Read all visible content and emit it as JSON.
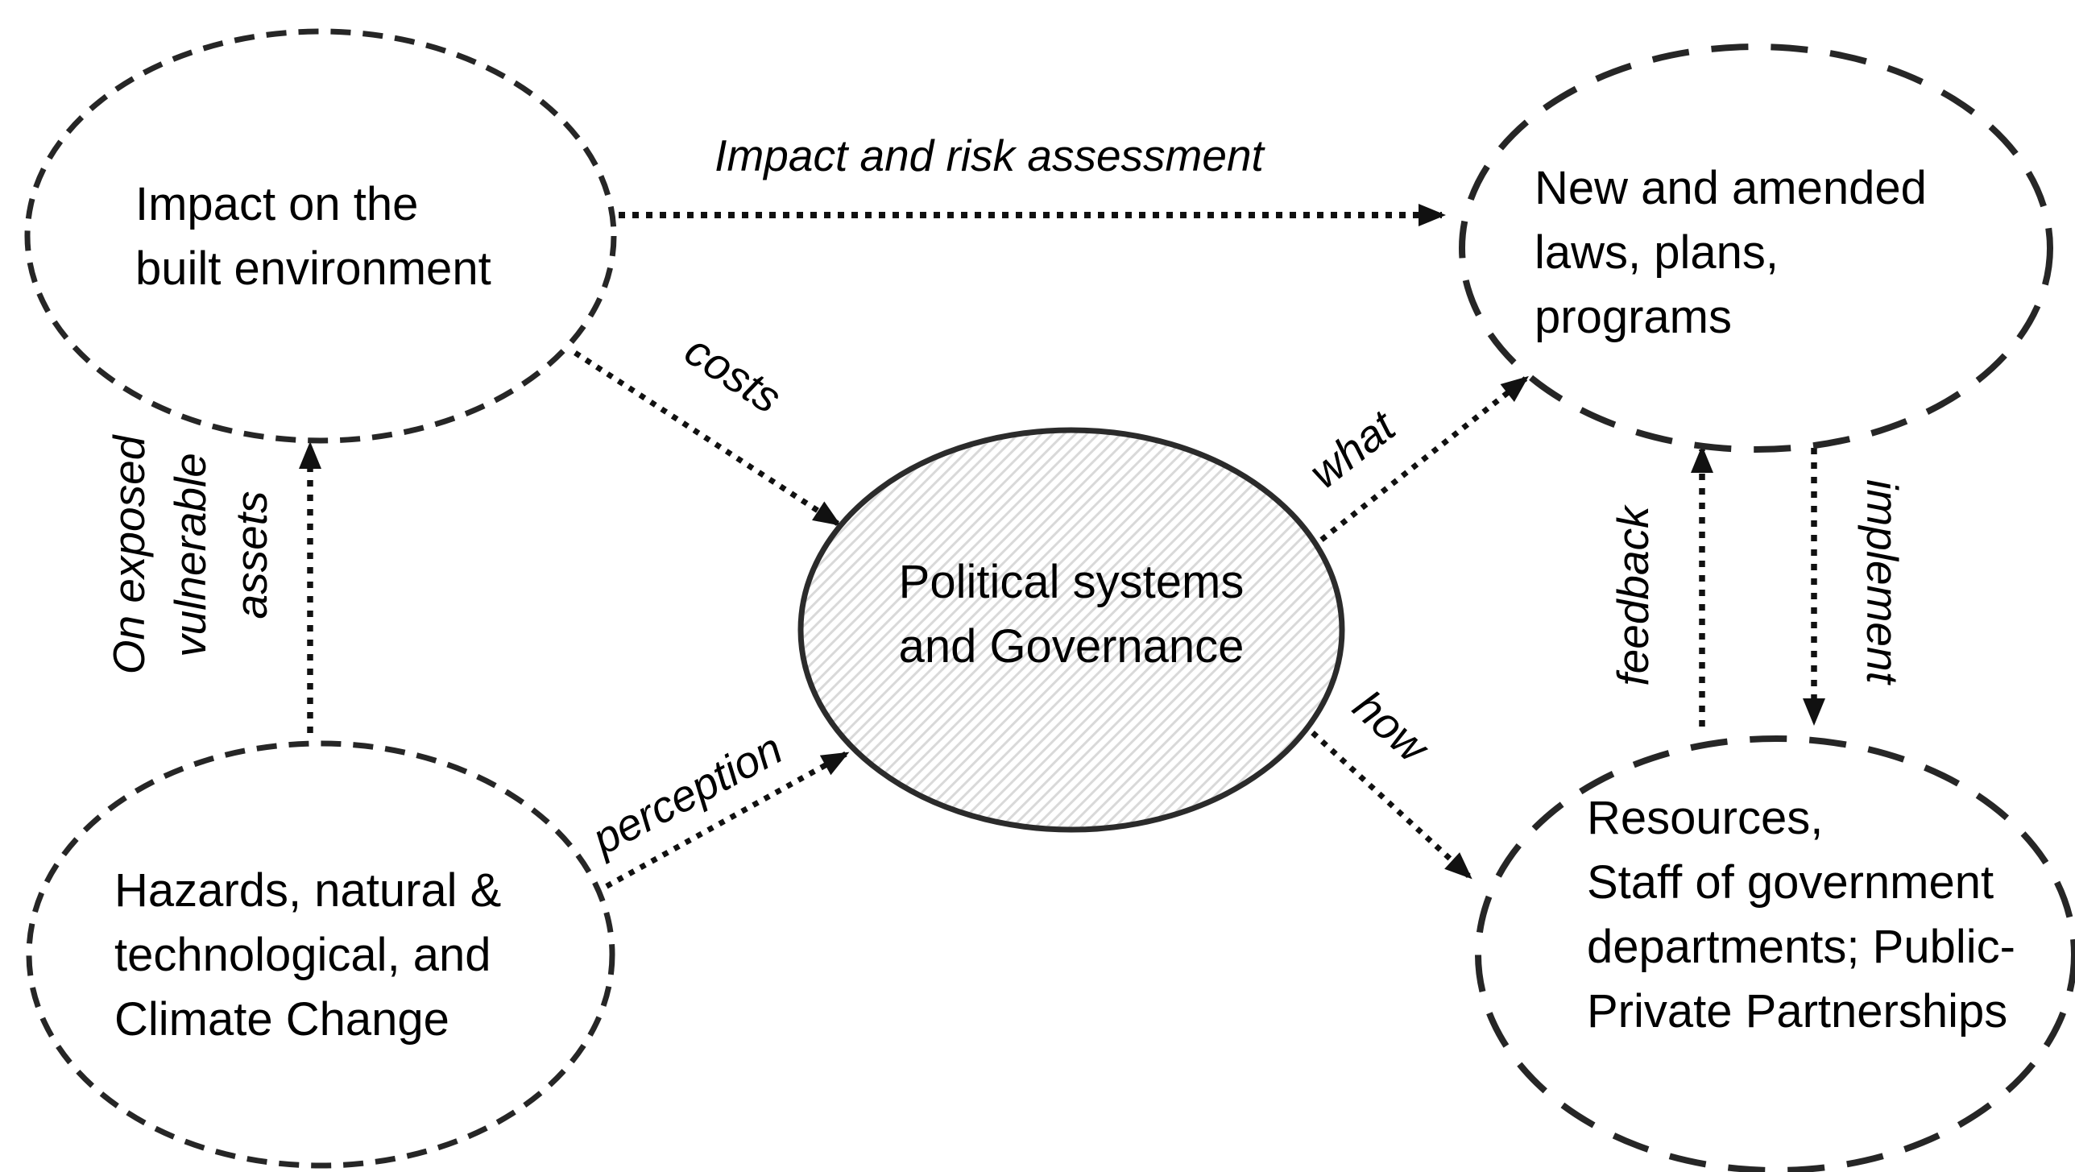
{
  "diagram_title": "Political systems and Governance concept diagram",
  "colors": {
    "ink": "#111111",
    "ellipse_stroke": "#262626",
    "hatch_fill_line": "#d9d9d9",
    "background": "#ffffff",
    "text": "#000000"
  },
  "nodes": {
    "impact": {
      "lines": [
        "Impact on the",
        "built environment"
      ]
    },
    "laws": {
      "lines": [
        "New and amended",
        "laws, plans,",
        "programs"
      ]
    },
    "political": {
      "lines": [
        "Political systems",
        "and Governance"
      ]
    },
    "hazards": {
      "lines": [
        "Hazards, natural &",
        "technological, and",
        "Climate Change"
      ]
    },
    "resources": {
      "lines": [
        "Resources,",
        "Staff of government",
        "departments; Public-",
        "Private Partnerships"
      ]
    }
  },
  "edges": {
    "impact_risk": {
      "label": "Impact and risk assessment"
    },
    "costs": {
      "label": "costs"
    },
    "what": {
      "label": "what"
    },
    "perception": {
      "label": "perception"
    },
    "how": {
      "label": "how"
    },
    "on_exposed": {
      "lines": [
        "On exposed",
        "vulnerable",
        "assets"
      ]
    },
    "feedback": {
      "label": "feedback"
    },
    "implement": {
      "label": "implement"
    }
  }
}
